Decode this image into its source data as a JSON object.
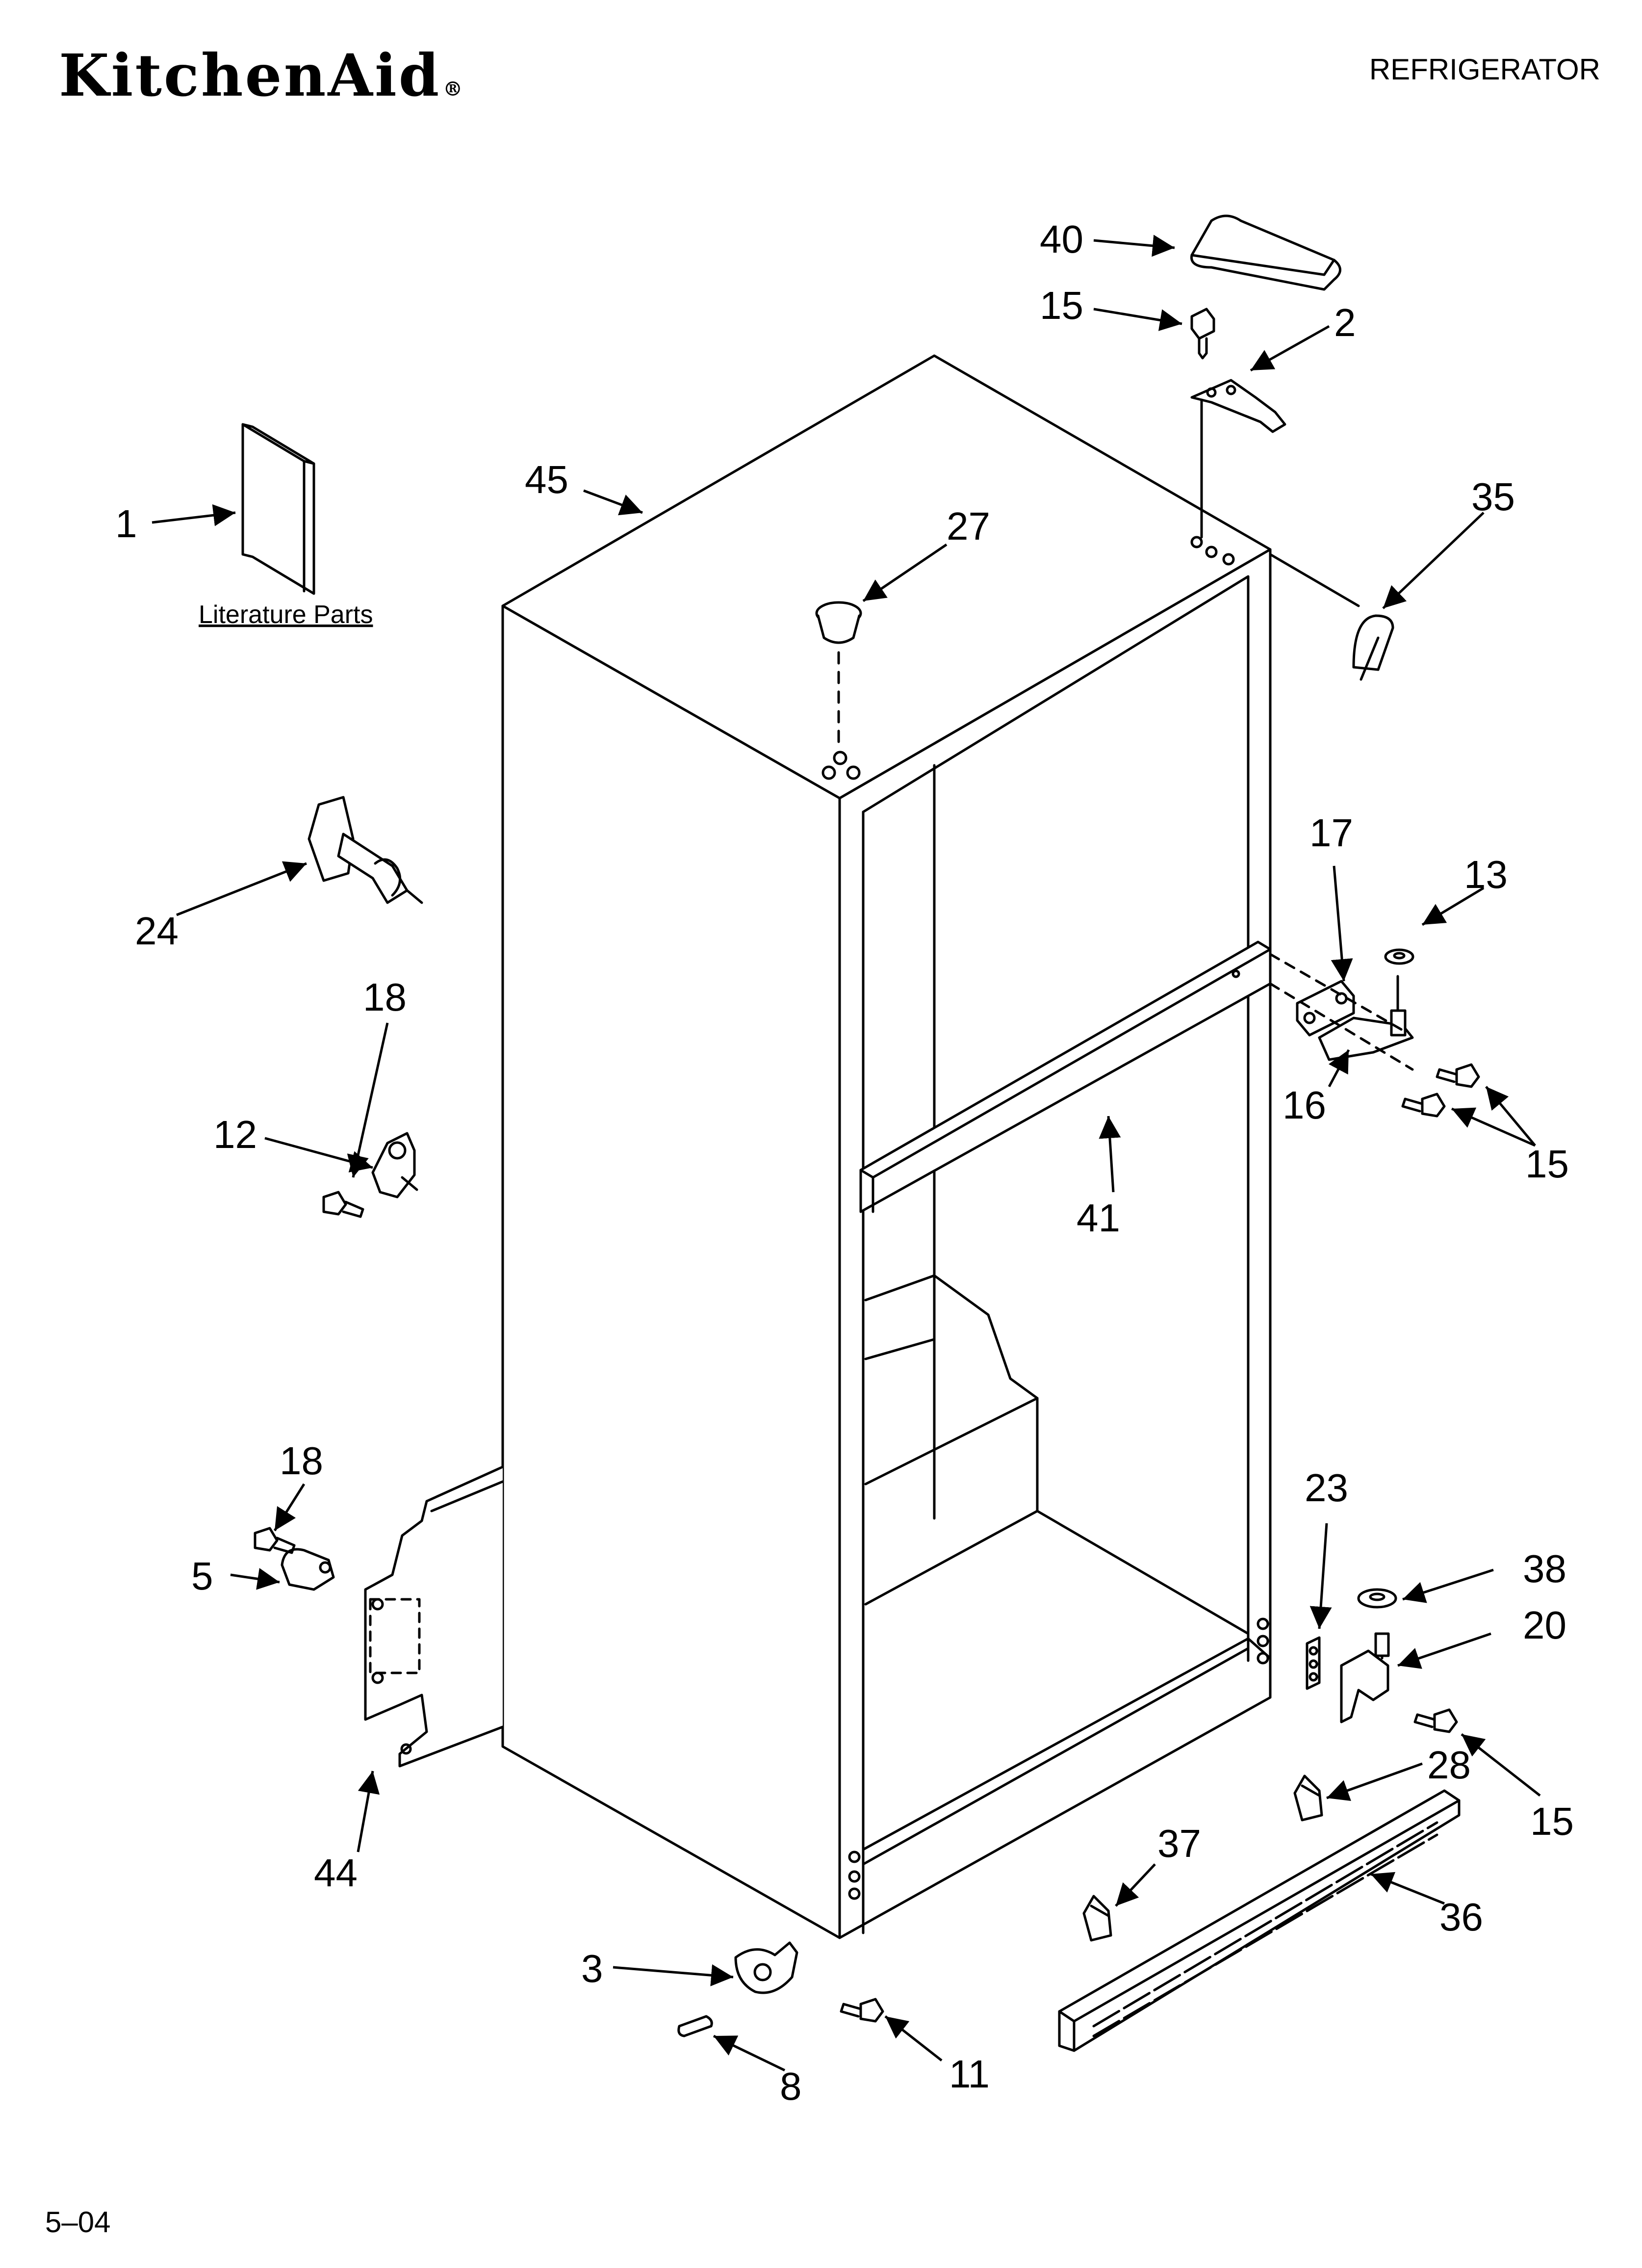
{
  "header": {
    "brand": "KitchenAid",
    "brand_mark": "®",
    "document_type": "REFRIGERATOR"
  },
  "literature": {
    "caption": "Literature Parts"
  },
  "footer": {
    "code": "5–04"
  },
  "labels": {
    "p1": "1",
    "p2": "2",
    "p3": "3",
    "p5": "5",
    "p8": "8",
    "p11": "11",
    "p12": "12",
    "p13": "13",
    "p15a": "15",
    "p15b": "15",
    "p15c": "15",
    "p16": "16",
    "p17": "17",
    "p18a": "18",
    "p18b": "18",
    "p20": "20",
    "p23": "23",
    "p24": "24",
    "p27": "27",
    "p28": "28",
    "p35": "35",
    "p36": "36",
    "p37": "37",
    "p38": "38",
    "p40": "40",
    "p41": "41",
    "p44": "44",
    "p45": "45"
  }
}
